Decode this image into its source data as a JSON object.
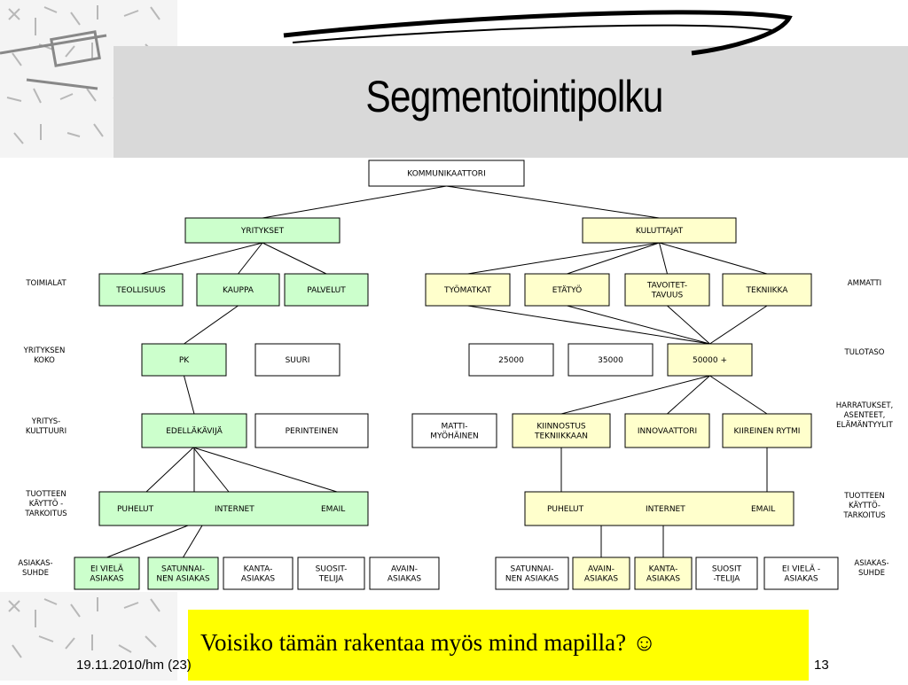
{
  "slide": {
    "title": "Segmentointipolku",
    "callout": "Voisiko tämän rakentaa myös mind mapilla? ☺",
    "footer_date": "19.11.2010/hm (23)",
    "page_number": "13"
  },
  "colors": {
    "green": "#ccffcc",
    "yellow": "#ffffcc",
    "white": "#ffffff",
    "callout": "#ffff00"
  },
  "diagram": {
    "nodes": [
      {
        "id": "kommunikaattori",
        "lines": [
          "KOMMUNIKAATTORI"
        ],
        "fill": "white"
      },
      {
        "id": "yritykset",
        "lines": [
          "YRITYKSET"
        ],
        "fill": "green"
      },
      {
        "id": "kuluttajat",
        "lines": [
          "KULUTTAJAT"
        ],
        "fill": "yellow"
      },
      {
        "id": "teollisuus",
        "lines": [
          "TEOLLISUUS"
        ],
        "fill": "green"
      },
      {
        "id": "kauppa",
        "lines": [
          "KAUPPA"
        ],
        "fill": "green"
      },
      {
        "id": "palvelut",
        "lines": [
          "PALVELUT"
        ],
        "fill": "green"
      },
      {
        "id": "tyomatkat",
        "lines": [
          "TYÖMATKAT"
        ],
        "fill": "yellow"
      },
      {
        "id": "etatyo",
        "lines": [
          "ETÄTYÖ"
        ],
        "fill": "yellow"
      },
      {
        "id": "tavoitetavuus",
        "lines": [
          "TAVOITET-",
          "TAVUUS"
        ],
        "fill": "yellow"
      },
      {
        "id": "tekniikka",
        "lines": [
          "TEKNIIKKA"
        ],
        "fill": "yellow"
      },
      {
        "id": "pk",
        "lines": [
          "PK"
        ],
        "fill": "green"
      },
      {
        "id": "suuri",
        "lines": [
          "SUURI"
        ],
        "fill": "white"
      },
      {
        "id": "t25000",
        "lines": [
          "25000"
        ],
        "fill": "white"
      },
      {
        "id": "t35000",
        "lines": [
          "35000"
        ],
        "fill": "white"
      },
      {
        "id": "t50000",
        "lines": [
          "50000 +"
        ],
        "fill": "yellow"
      },
      {
        "id": "edellakavija",
        "lines": [
          "EDELLÄKÄVIJÄ"
        ],
        "fill": "green"
      },
      {
        "id": "perinteinen",
        "lines": [
          "PERINTEINEN"
        ],
        "fill": "white"
      },
      {
        "id": "mattimyohainen",
        "lines": [
          "MATTI-",
          "MYÖHÄINEN"
        ],
        "fill": "white"
      },
      {
        "id": "kiinnostus",
        "lines": [
          "KIINNOSTUS",
          "TEKNIIKKAAN"
        ],
        "fill": "yellow"
      },
      {
        "id": "innovaattori",
        "lines": [
          "INNOVAATTORI"
        ],
        "fill": "yellow"
      },
      {
        "id": "kiireinen",
        "lines": [
          "KIIREINEN RYTMI"
        ],
        "fill": "yellow"
      },
      {
        "id": "kaytto_left",
        "segments": [
          "PUHELUT",
          "INTERNET",
          "EMAIL"
        ],
        "fill": "green"
      },
      {
        "id": "kaytto_right",
        "segments": [
          "PUHELUT",
          "INTERNET",
          "EMAIL"
        ],
        "fill": "yellow"
      },
      {
        "id": "l_eivela",
        "lines": [
          "EI VIELÄ",
          "ASIAKAS"
        ],
        "fill": "green"
      },
      {
        "id": "l_satunnainen",
        "lines": [
          "SATUNNAI-",
          "NEN ASIAKAS"
        ],
        "fill": "green"
      },
      {
        "id": "l_kanta",
        "lines": [
          "KANTA-",
          "ASIAKAS"
        ],
        "fill": "white"
      },
      {
        "id": "l_suosittelija",
        "lines": [
          "SUOSIT-",
          "TELIJA"
        ],
        "fill": "white"
      },
      {
        "id": "l_avain",
        "lines": [
          "AVAIN-",
          "ASIAKAS"
        ],
        "fill": "white"
      },
      {
        "id": "r_satunnainen",
        "lines": [
          "SATUNNAI-",
          "NEN ASIAKAS"
        ],
        "fill": "white"
      },
      {
        "id": "r_avain",
        "lines": [
          "AVAIN-",
          "ASIAKAS"
        ],
        "fill": "yellow"
      },
      {
        "id": "r_kanta",
        "lines": [
          "KANTA-",
          "ASIAKAS"
        ],
        "fill": "yellow"
      },
      {
        "id": "r_suosittelija",
        "lines": [
          "SUOSIT",
          "-TELIJA"
        ],
        "fill": "white"
      },
      {
        "id": "r_eivela",
        "lines": [
          "EI VIELÄ -",
          "ASIAKAS"
        ],
        "fill": "white"
      }
    ],
    "edges": [
      [
        "kommunikaattori",
        "yritykset"
      ],
      [
        "kommunikaattori",
        "kuluttajat"
      ],
      [
        "yritykset",
        "teollisuus"
      ],
      [
        "yritykset",
        "kauppa"
      ],
      [
        "yritykset",
        "palvelut"
      ],
      [
        "kuluttajat",
        "tyomatkat"
      ],
      [
        "kuluttajat",
        "etatyo"
      ],
      [
        "kuluttajat",
        "tavoitetavuus"
      ],
      [
        "kuluttajat",
        "tekniikka"
      ],
      [
        "kauppa",
        "pk"
      ],
      [
        "tyomatkat",
        "t50000"
      ],
      [
        "etatyo",
        "t50000"
      ],
      [
        "tavoitetavuus",
        "t50000"
      ],
      [
        "tekniikka",
        "t50000"
      ],
      [
        "pk",
        "edellakavija"
      ],
      [
        "t50000",
        "kiinnostus"
      ],
      [
        "t50000",
        "innovaattori"
      ],
      [
        "t50000",
        "kiireinen"
      ],
      [
        "edellakavija",
        "kaytto_left"
      ],
      [
        "kiinnostus",
        "kaytto_right"
      ],
      [
        "kiireinen",
        "kaytto_right"
      ],
      [
        "kaytto_left",
        "l_eivela"
      ],
      [
        "kaytto_left",
        "l_satunnainen"
      ],
      [
        "kaytto_right",
        "r_avain"
      ],
      [
        "kaytto_right",
        "r_kanta"
      ]
    ],
    "left_labels": [
      {
        "id": "toimialat",
        "lines": [
          "TOIMIALAT"
        ]
      },
      {
        "id": "yrityksen_koko",
        "lines": [
          "YRITYKSEN",
          "KOKO"
        ]
      },
      {
        "id": "yrityskulttuuri",
        "lines": [
          "YRITYS-",
          "KULTTUURI"
        ]
      },
      {
        "id": "tuotteen_kayttotarkoitus",
        "lines": [
          "TUOTTEEN",
          "KÄYTTÖ -",
          "TARKOITUS"
        ]
      },
      {
        "id": "asiakassuhde",
        "lines": [
          "ASIAKAS-",
          "SUHDE"
        ]
      }
    ],
    "right_labels": [
      {
        "id": "ammatti",
        "lines": [
          "AMMATTI"
        ]
      },
      {
        "id": "tulotaso",
        "lines": [
          "TULOTASO"
        ]
      },
      {
        "id": "harrastukset",
        "lines": [
          "HARRATUKSET,",
          "ASENTEET,",
          "ELÄMÄNTYYLIT"
        ]
      },
      {
        "id": "tuotteen_kayttotarkoitus_r",
        "lines": [
          "TUOTTEEN",
          "KÄYTTÖ-",
          "TARKOITUS"
        ]
      },
      {
        "id": "asiakassuhde_r",
        "lines": [
          "ASIAKAS-",
          "SUHDE"
        ]
      }
    ]
  }
}
